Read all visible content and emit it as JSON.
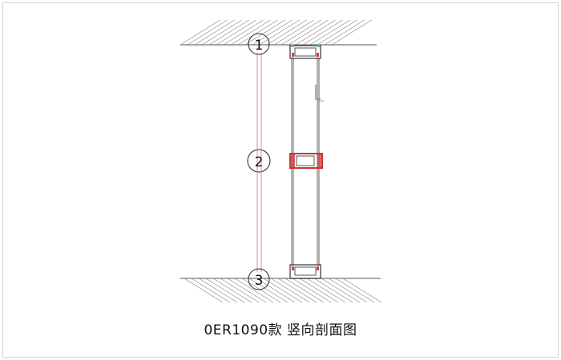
{
  "title": "0ER1090款 竖向剖面图",
  "markers": [
    "1",
    "2",
    "3"
  ],
  "colors": {
    "line": "#555555",
    "red": "#cc3333",
    "teal": "#5fb8a8"
  }
}
